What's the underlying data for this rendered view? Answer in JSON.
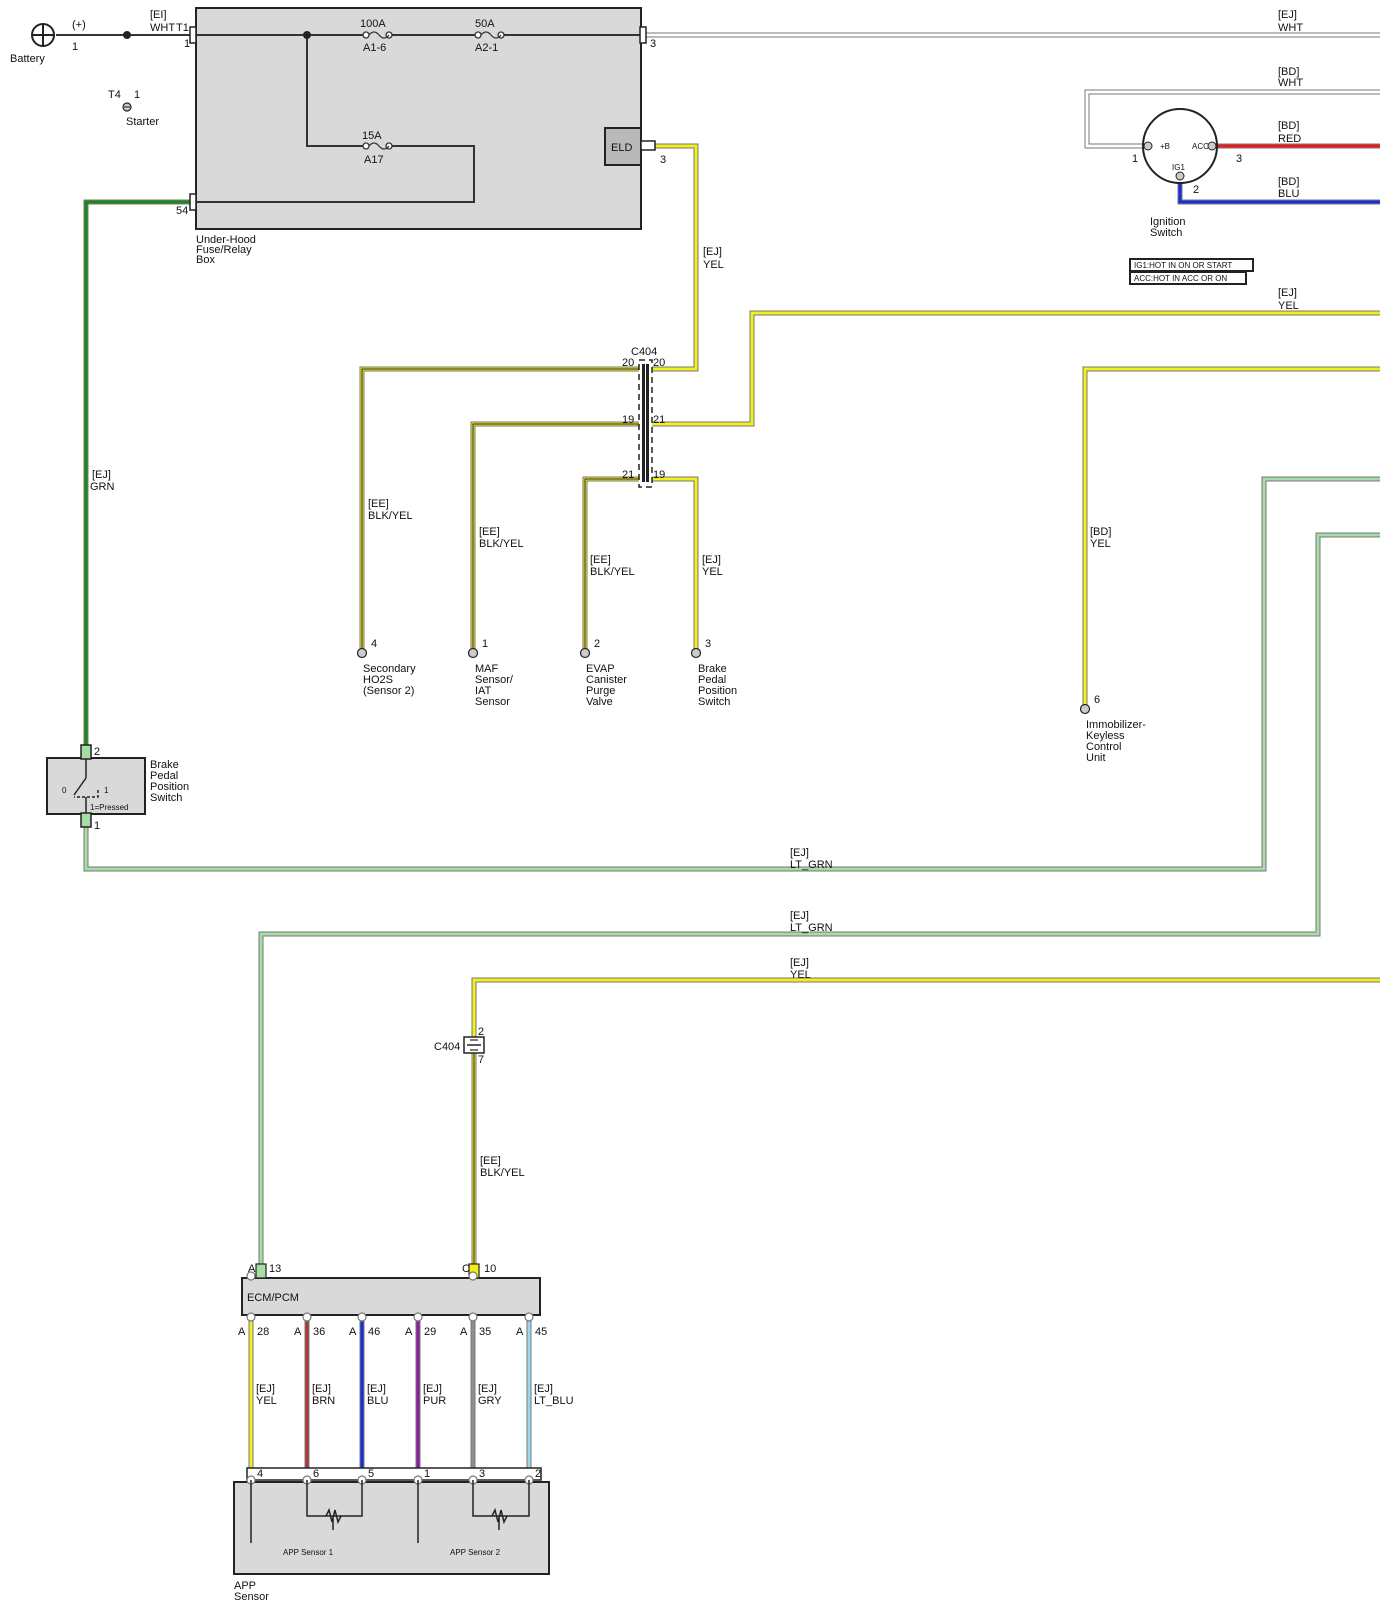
{
  "wire_colors": {
    "WHT": "#ffffff",
    "GRN": "#1a8a1a",
    "LT_GRN": "#a6dca6",
    "YEL": "#f2ef1c",
    "BLK_YEL": "#f2ef1c",
    "RED": "#e81c1c",
    "BLU": "#1a2ed8",
    "BRN": "#b03535",
    "PUR": "#8a1f9c",
    "GRY": "#8f8f8f",
    "LT_BLU": "#9ad8ec",
    "GROUND_BLACK": "#222222"
  },
  "battery": {
    "label": "Battery",
    "polarity": "(+)",
    "pin": "1"
  },
  "starter": {
    "label": "Starter",
    "connector": "T4",
    "pin": "1"
  },
  "fuse_box": {
    "title_lines": [
      "Under-Hood",
      "Fuse/Relay",
      "Box"
    ],
    "in_wire_code": "[EI]",
    "in_wire_color": "WHT",
    "in_conn": "T1",
    "in_pin": "1",
    "out_pin": "3",
    "grn_pin": "54",
    "fuse1_rating": "100A",
    "fuse1_name": "A1-6",
    "fuse2_rating": "50A",
    "fuse2_name": "A2-1",
    "fuse3_rating": "15A",
    "fuse3_name": "A17",
    "eld_label": "ELD",
    "eld_pin": "3"
  },
  "ignition_switch": {
    "title_lines": [
      "Ignition",
      "Switch"
    ],
    "term_b": "+B",
    "term_acc": "ACC",
    "term_ig1": "IG1",
    "pin_1": "1",
    "pin_2": "2",
    "pin_3": "3",
    "note_ig1": "IG1:HOT IN ON OR START",
    "note_acc": "ACC:HOT IN ACC OR ON"
  },
  "wires": {
    "top_wht": [
      "[EJ]",
      "WHT"
    ],
    "ign_wht": [
      "[BD]",
      "WHT"
    ],
    "ign_red": [
      "[BD]",
      "RED"
    ],
    "ign_blu": [
      "[BD]",
      "BLU"
    ],
    "eld_yel": [
      "[EJ]",
      "YEL"
    ],
    "top_yel": [
      "[EJ]",
      "YEL"
    ],
    "grn": [
      "[EJ]",
      "GRN"
    ],
    "ho2s": [
      "[EE]",
      "BLK/YEL"
    ],
    "maf": [
      "[EE]",
      "BLK/YEL"
    ],
    "evap": [
      "[EE]",
      "BLK/YEL"
    ],
    "bpp_yel": [
      "[EJ]",
      "YEL"
    ],
    "immo_yel": [
      "[BD]",
      "YEL"
    ],
    "ltgrn1": [
      "[EJ]",
      "LT_GRN"
    ],
    "ltgrn2": [
      "[EJ]",
      "LT_GRN"
    ],
    "yel_bottom": [
      "[EJ]",
      "YEL"
    ],
    "ecm_blkyel": [
      "[EE]",
      "BLK/YEL"
    ],
    "app_yel": [
      "[EJ]",
      "YEL"
    ],
    "app_brn": [
      "[EJ]",
      "BRN"
    ],
    "app_blu": [
      "[EJ]",
      "BLU"
    ],
    "app_pur": [
      "[EJ]",
      "PUR"
    ],
    "app_gry": [
      "[EJ]",
      "GRY"
    ],
    "app_ltblu": [
      "[EJ]",
      "LT_BLU"
    ]
  },
  "c404": {
    "name": "C404",
    "p_top_left": "20",
    "p_top_right": "20",
    "p_mid_left": "19",
    "p_mid_right": "21",
    "p_bot_left": "21",
    "p_bot_right": "19"
  },
  "c404_lower": {
    "name": "C404",
    "pin_top": "2",
    "pin_bottom": "7"
  },
  "endpoints": {
    "ho2s": {
      "pin": "4",
      "lines": [
        "Secondary",
        "HO2S",
        "(Sensor 2)"
      ]
    },
    "maf": {
      "pin": "1",
      "lines": [
        "MAF",
        "Sensor/",
        "IAT",
        "Sensor"
      ]
    },
    "evap": {
      "pin": "2",
      "lines": [
        "EVAP",
        "Canister",
        "Purge",
        "Valve"
      ]
    },
    "bpp": {
      "pin": "3",
      "lines": [
        "Brake",
        "Pedal",
        "Position",
        "Switch"
      ]
    },
    "immo": {
      "pin": "6",
      "lines": [
        "Immobilizer-",
        "Keyless",
        "Control",
        "Unit"
      ]
    }
  },
  "brake_switch": {
    "lines": [
      "Brake",
      "Pedal",
      "Position",
      "Switch"
    ],
    "pin_top": "2",
    "pin_bottom": "1",
    "state_0": "0",
    "state_1": "1",
    "pressed_note": "1=Pressed"
  },
  "ecm": {
    "label": "ECM/PCM",
    "top_a_conn": "A",
    "top_a_pin": "13",
    "top_c_conn": "C",
    "top_c_pin": "10",
    "bottom_pins": [
      {
        "conn": "A",
        "pin": "28"
      },
      {
        "conn": "A",
        "pin": "36"
      },
      {
        "conn": "A",
        "pin": "46"
      },
      {
        "conn": "A",
        "pin": "29"
      },
      {
        "conn": "A",
        "pin": "35"
      },
      {
        "conn": "A",
        "pin": "45"
      }
    ]
  },
  "app_sensor": {
    "lines": [
      "APP",
      "Sensor"
    ],
    "pins": [
      "4",
      "6",
      "5",
      "1",
      "3",
      "2"
    ],
    "sensor1": "APP Sensor 1",
    "sensor2": "APP Sensor 2"
  }
}
